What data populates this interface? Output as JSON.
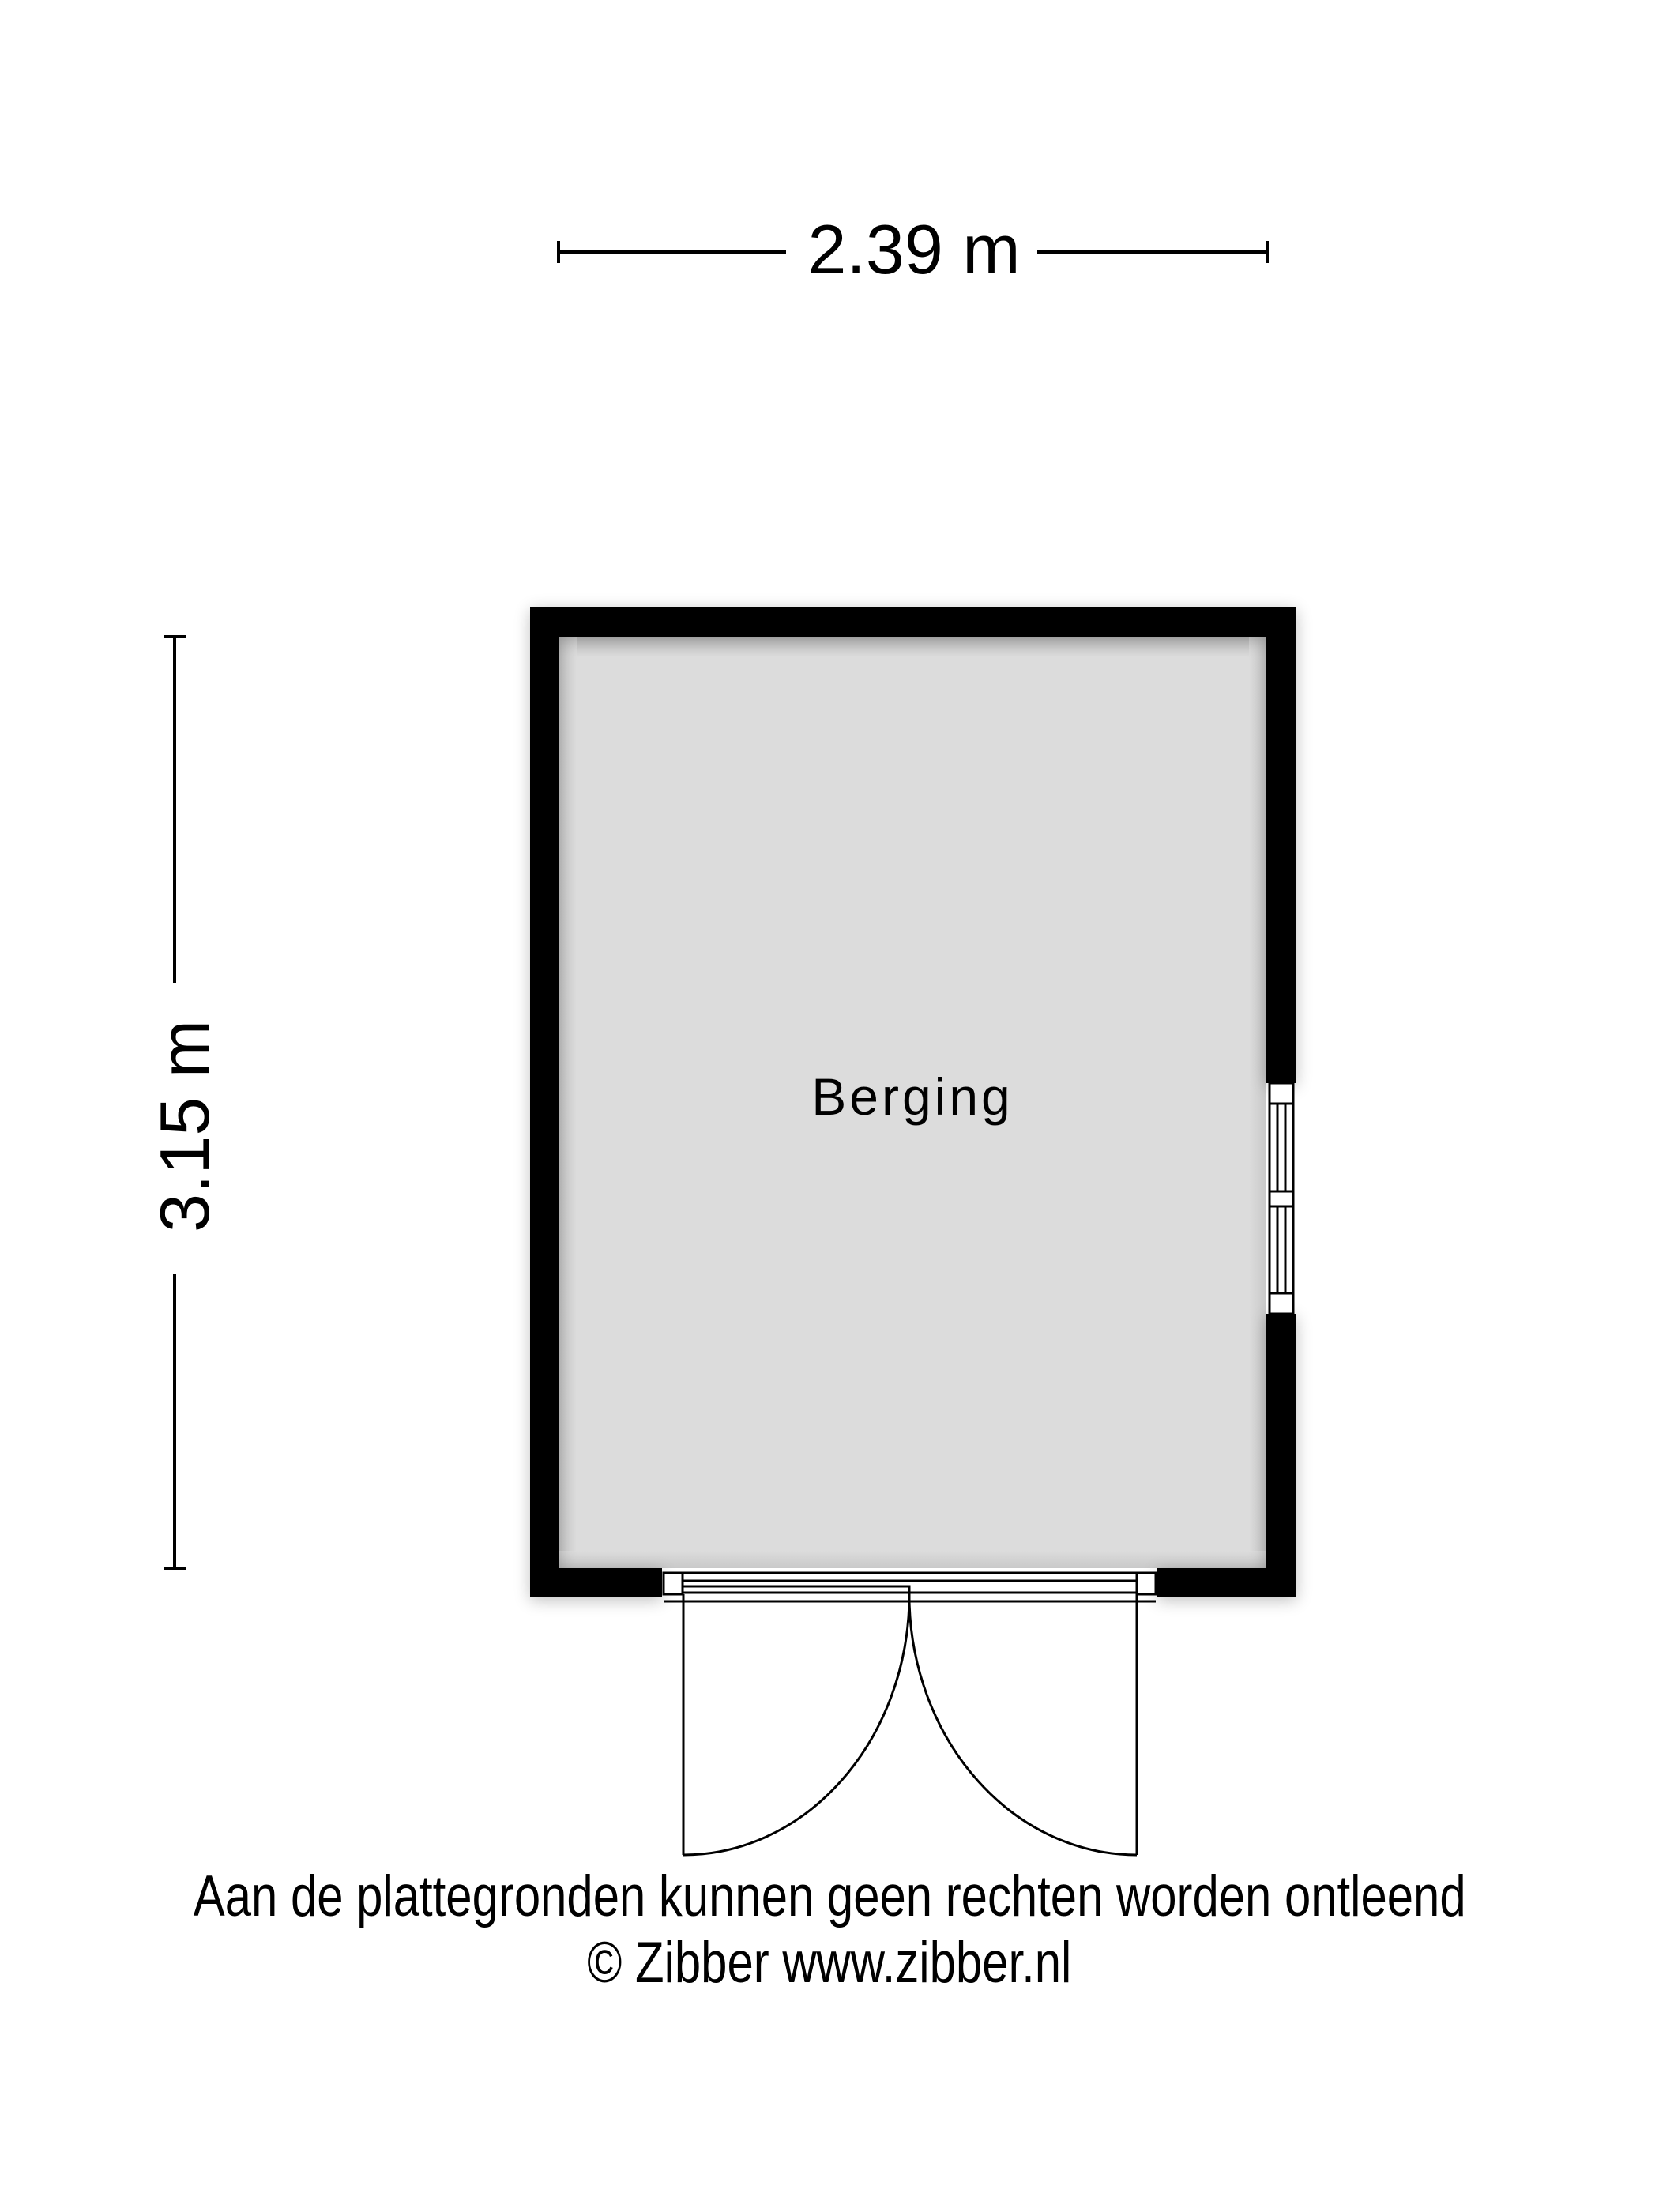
{
  "plan": {
    "room": {
      "name": "Berging",
      "fill_color": "#dcdcdc",
      "wall_color": "#000000"
    },
    "dimensions": {
      "width": "2.39 m",
      "height": "3.15 m"
    },
    "openings": {
      "window": "window-east-wall",
      "door": "double-door-south-wall"
    }
  },
  "footer": {
    "disclaimer": "Aan de plattegronden kunnen geen rechten worden ontleend",
    "copyright": "© Zibber www.zibber.nl"
  }
}
